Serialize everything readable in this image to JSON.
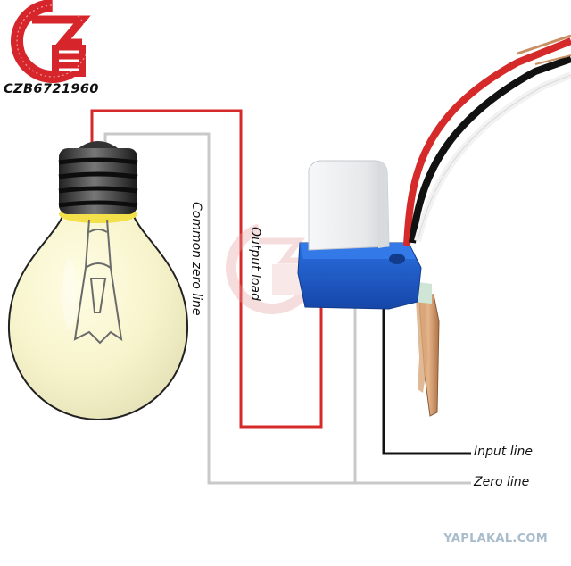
{
  "brand": {
    "logo_icon": "czb-logo-icon",
    "code": "CZB6721960"
  },
  "labels": {
    "common_zero_line": "Common zero line",
    "output_load": "Output load",
    "input_line": "Input line",
    "zero_line": "Zero line"
  },
  "watermark": "YAPLAKAL.COM",
  "colors": {
    "brand_red": "#d7262b",
    "wire_red": "#d62a2a",
    "wire_gray": "#c9c9c9",
    "wire_black": "#111111",
    "switch_blue": "#1e5cc8",
    "sensor_white": "#eef0f1"
  }
}
